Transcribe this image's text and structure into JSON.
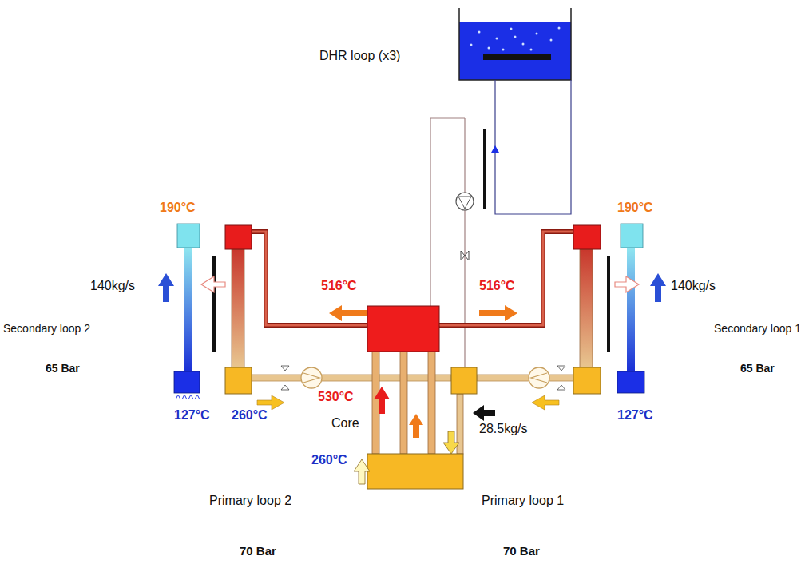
{
  "diagram": {
    "labels": [
      "DHR loop (x3)",
      "190°C",
      "190°C",
      "140kg/s",
      "140kg/s",
      "Secondary loop 2",
      "Secondary loop 1",
      "65 Bar",
      "65 Bar",
      "516°C",
      "516°C",
      "530°C",
      "Core",
      "28.5kg/s",
      "127°C",
      "260°C",
      "127°C",
      "260°C",
      "Primary loop 2",
      "Primary loop 1",
      "70 Bar",
      "70 Bar"
    ]
  }
}
